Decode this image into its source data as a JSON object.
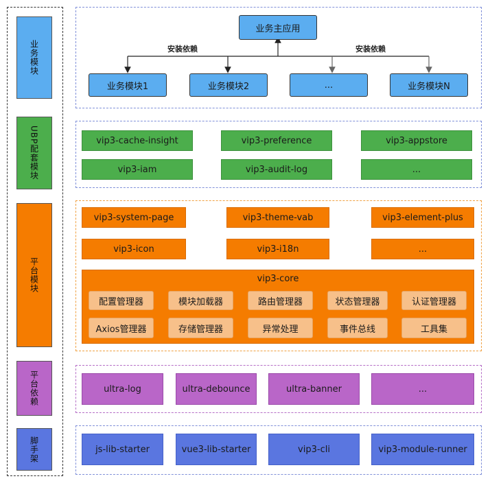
{
  "colors": {
    "business": "#5badf0",
    "ubp": "#4cae4c",
    "platform": "#f57c00",
    "platform_dep": "#b966c8",
    "scaffold": "#5a76e0",
    "core_item": "#f7c08a"
  },
  "layers": {
    "business": "业务模块",
    "ubp": "UBP配套模块",
    "platform": "平台模块",
    "platform_dep": "平台依赖",
    "scaffold": "脚手架"
  },
  "business": {
    "main_app": "业务主应用",
    "edge_label_left": "安装依赖",
    "edge_label_right": "安装依赖",
    "modules": [
      "业务模块1",
      "业务模块2",
      "...",
      "业务模块N"
    ]
  },
  "ubp": {
    "items": [
      "vip3-cache-insight",
      "vip3-preference",
      "vip3-appstore",
      "vip3-iam",
      "vip3-audit-log",
      "..."
    ]
  },
  "platform": {
    "items": [
      "vip3-system-page",
      "vip3-theme-vab",
      "vip3-element-plus",
      "vip3-icon",
      "vip3-i18n",
      "..."
    ],
    "core": {
      "title": "vip3-core",
      "items": [
        "配置管理器",
        "模块加载器",
        "路由管理器",
        "状态管理器",
        "认证管理器",
        "Axios管理器",
        "存储管理器",
        "异常处理",
        "事件总线",
        "工具集"
      ]
    }
  },
  "platform_dep": {
    "items": [
      "ultra-log",
      "ultra-debounce",
      "ultra-banner",
      "..."
    ]
  },
  "scaffold": {
    "items": [
      "js-lib-starter",
      "vue3-lib-starter",
      "vip3-cli",
      "vip3-module-runner"
    ]
  }
}
